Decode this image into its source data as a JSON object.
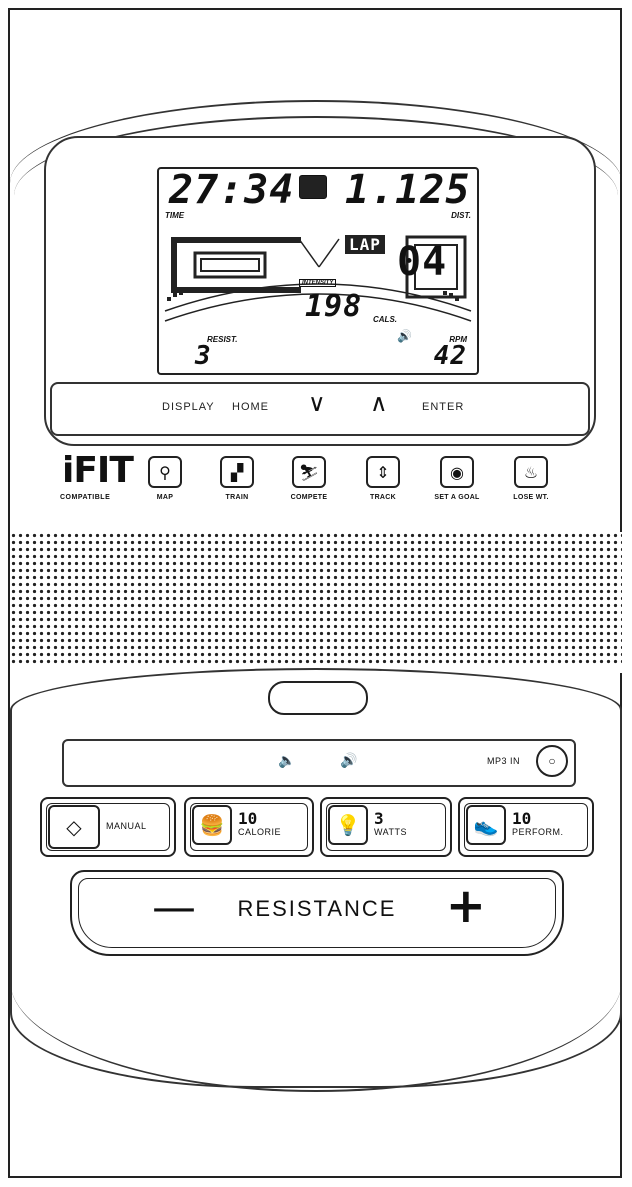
{
  "lcd": {
    "time": "27:34",
    "time_label": "TIME",
    "distance": "1.125",
    "distance_label": "DIST.",
    "lap_label": "LAP",
    "lap": "04",
    "intensity_label": "INTENSITY",
    "calories": "198",
    "calories_label": "CALS.",
    "resist_label": "RESIST.",
    "resist": "3",
    "rpm_label": "RPM",
    "rpm": "42"
  },
  "button_bar": {
    "display": "DISPLAY",
    "home": "HOME",
    "down": "⌄",
    "up": "⌃",
    "enter": "ENTER"
  },
  "ifit": {
    "logo": "iFIT",
    "sub": "COMPATIBLE",
    "buttons": [
      {
        "label": "MAP",
        "icon": "map-pin-icon",
        "glyph": "⚲"
      },
      {
        "label": "TRAIN",
        "icon": "trainer-icon",
        "glyph": "▞"
      },
      {
        "label": "COMPETE",
        "icon": "runner-icon",
        "glyph": "⛷"
      },
      {
        "label": "TRACK",
        "icon": "track-arrows-icon",
        "glyph": "⇕"
      },
      {
        "label": "SET A GOAL",
        "icon": "stopwatch-icon",
        "glyph": "◉"
      },
      {
        "label": "LOSE WT.",
        "icon": "flame-icon",
        "glyph": "♨"
      }
    ]
  },
  "audio": {
    "vol_down": "🔈",
    "vol_up": "🔊",
    "mp3_label": "MP3 IN",
    "jack_glyph": "○"
  },
  "programs": [
    {
      "icon": "diamond-arrows-icon",
      "glyph": "◇",
      "num": "",
      "label": "MANUAL"
    },
    {
      "icon": "burger-icon",
      "glyph": "🍔",
      "num": "10",
      "label": "CALORIE"
    },
    {
      "icon": "lightbulb-icon",
      "glyph": "💡",
      "num": "3",
      "label": "WATTS"
    },
    {
      "icon": "shoe-icon",
      "glyph": "👟",
      "num": "10",
      "label": "PERFORM."
    }
  ],
  "resistance": {
    "minus": "—",
    "label": "RESISTANCE",
    "plus": "+"
  }
}
